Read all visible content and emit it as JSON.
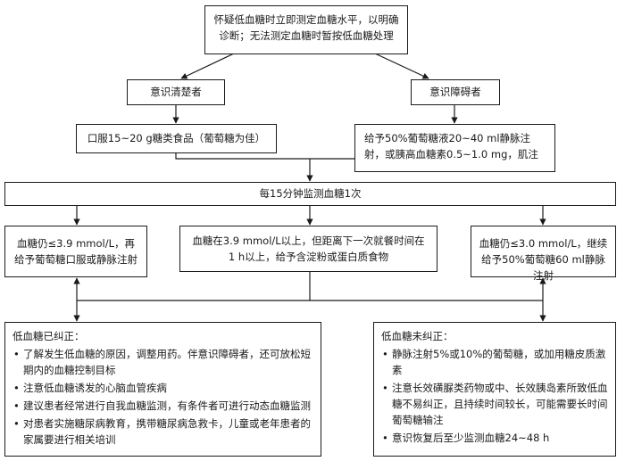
{
  "nodes": {
    "start": "怀疑低血糖时立即测定血糖水平，以明确诊断；无法测定血糖时暂按低血糖处理",
    "conscious": "意识清楚者",
    "impaired": "意识障碍者",
    "oral": "口服15~20 g糖类食品（葡萄糖为佳）",
    "iv": "给予50%葡萄糖液20~40 ml静脉注射，或胰高血糖素0.5~1.0 mg，肌注",
    "monitor": "每15分钟监测血糖1次",
    "left_result": "血糖仍≤3.9 mmol/L，再给予葡萄糖口服或静脉注射",
    "mid_result": "血糖在3.9 mmol/L以上，但距离下一次就餐时间在1 h以上，给予含淀粉或蛋白质食物",
    "right_result": "血糖仍≤3.0 mmol/L，继续给予50%葡萄糖60 ml静脉注射"
  },
  "corrected": {
    "title": "低血糖已纠正：",
    "items": [
      "了解发生低血糖的原因，调整用药。伴意识障碍者，还可放松短期内的血糖控制目标",
      "注意低血糖诱发的心脑血管疾病",
      "建议患者经常进行自我血糖监测，有条件者可进行动态血糖监测",
      "对患者实施糖尿病教育，携带糖尿病急救卡，儿童或老年患者的家属要进行相关培训"
    ]
  },
  "uncorrected": {
    "title": "低血糖未纠正：",
    "items": [
      "静脉注射5%或10%的葡萄糖，或加用糖皮质激素",
      "注意长效磺脲类药物或中、长效胰岛素所致低血糖不易纠正，且持续时间较长，可能需要长时间葡萄糖输注",
      "意识恢复后至少监测血糖24~48 h"
    ]
  }
}
